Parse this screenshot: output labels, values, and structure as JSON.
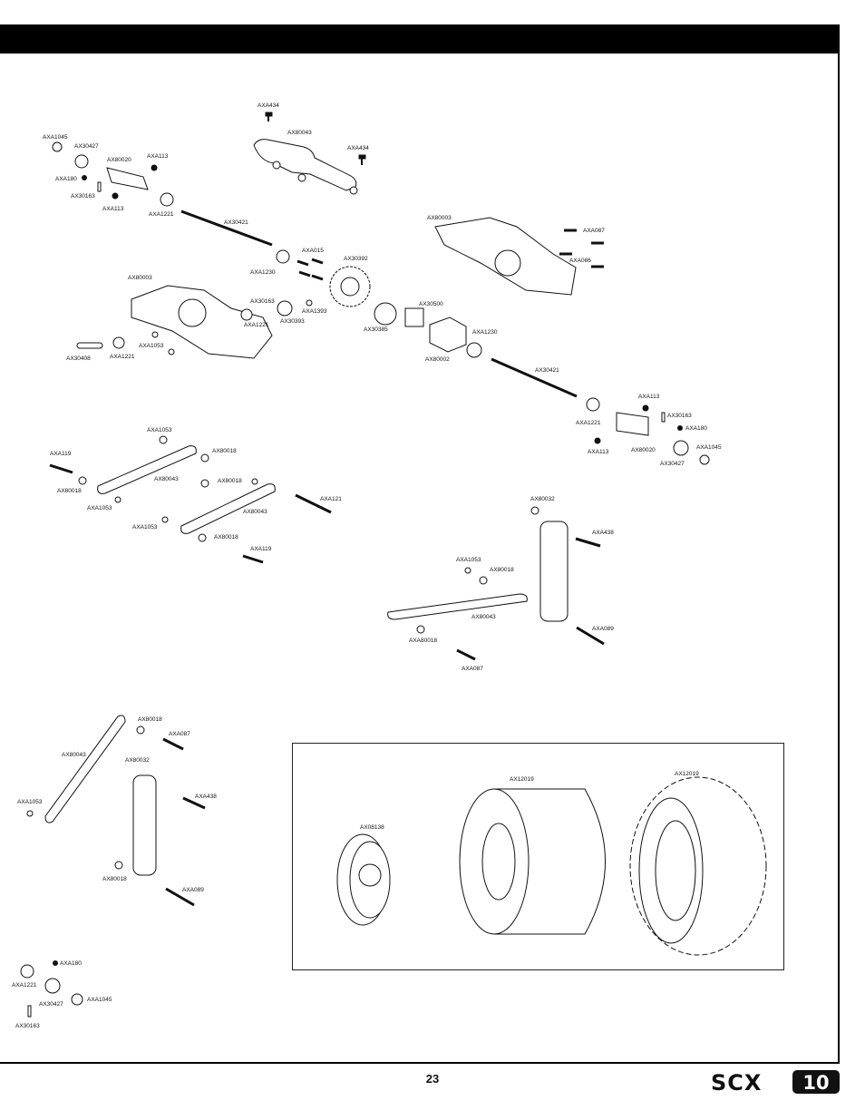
{
  "page": {
    "number": "23"
  },
  "logo": {
    "text": "SCX",
    "badge": "10"
  },
  "parts": {
    "axa434_a": "AXA434",
    "ax80043_a": "AX80043",
    "axa434_b": "AXA434",
    "axa1045_a": "AXA1045",
    "ax30427_a": "AX30427",
    "ax80020_a": "AX80020",
    "axa113_a": "AXA113",
    "axa180_a": "AXA180",
    "ax30163_a": "AX30163",
    "axa113_b": "AXA113",
    "axa1221_a": "AXA1221",
    "ax30421_a": "AX30421",
    "axa015": "AXA015",
    "ax30392": "AX30392",
    "axa1230_a": "AXA1230",
    "ax80003_a": "AX80003",
    "ax30163_b": "AX30163",
    "axa1393": "AXA1393",
    "axa1221_b": "AXA1221",
    "ax30393": "AX30393",
    "ax30385": "AX30385",
    "ax30500": "AX30500",
    "axa1230_b": "AXA1230",
    "ax80002": "AX80002",
    "ax30408": "AX30408",
    "axa1221_c": "AXA1221",
    "axa1053_a": "AXA1053",
    "ax80003_b": "AX80003",
    "axa087_a": "AXA087",
    "axa086": "AXA086",
    "ax30421_b": "AX30421",
    "axa113_c": "AXA113",
    "axa1221_d": "AXA1221",
    "ax30163_c": "AX30163",
    "axa180_b": "AXA180",
    "axa113_d": "AXA113",
    "ax80020_b": "AX80020",
    "axa1045_b": "AXA1045",
    "ax30427_b": "AX30427",
    "axa1053_b": "AXA1053",
    "axa119_a": "AXA119",
    "ax80018_a": "AX80018",
    "ax80043_b": "AX80043",
    "ax80018_b": "AX80018",
    "ax80018_c": "AX80018",
    "axa1053_c": "AXA1053",
    "ax80043_c": "AX80043",
    "axa1053_d": "AXA1053",
    "ax80018_d": "AX80018",
    "axa119_b": "AXA119",
    "axa121": "AXA121",
    "ax80032_a": "AX80032",
    "axa438_a": "AXA438",
    "axa1053_e": "AXA1053",
    "ax80018_e": "AX80018",
    "ax80043_d": "AX80043",
    "axa089_a": "AXA089",
    "axa80018": "AXA80018",
    "axa087_b": "AXA087",
    "ax80018_f": "AX80018",
    "axa087_c": "AXA087",
    "ax80043_e": "AX80043",
    "ax80032_b": "AX80032",
    "axa1053_f": "AXA1053",
    "axa438_b": "AXA438",
    "ax80018_g": "AX80018",
    "axa089_b": "AXA089",
    "axa180_c": "AXA180",
    "axa1221_e": "AXA1221",
    "ax30427_c": "AX30427",
    "axa1045_c": "AXA1045",
    "ax30163_d": "AX30163",
    "ax08138": "AX08138",
    "ax12019_a": "AX12019",
    "ax12019_b": "AX12019"
  }
}
